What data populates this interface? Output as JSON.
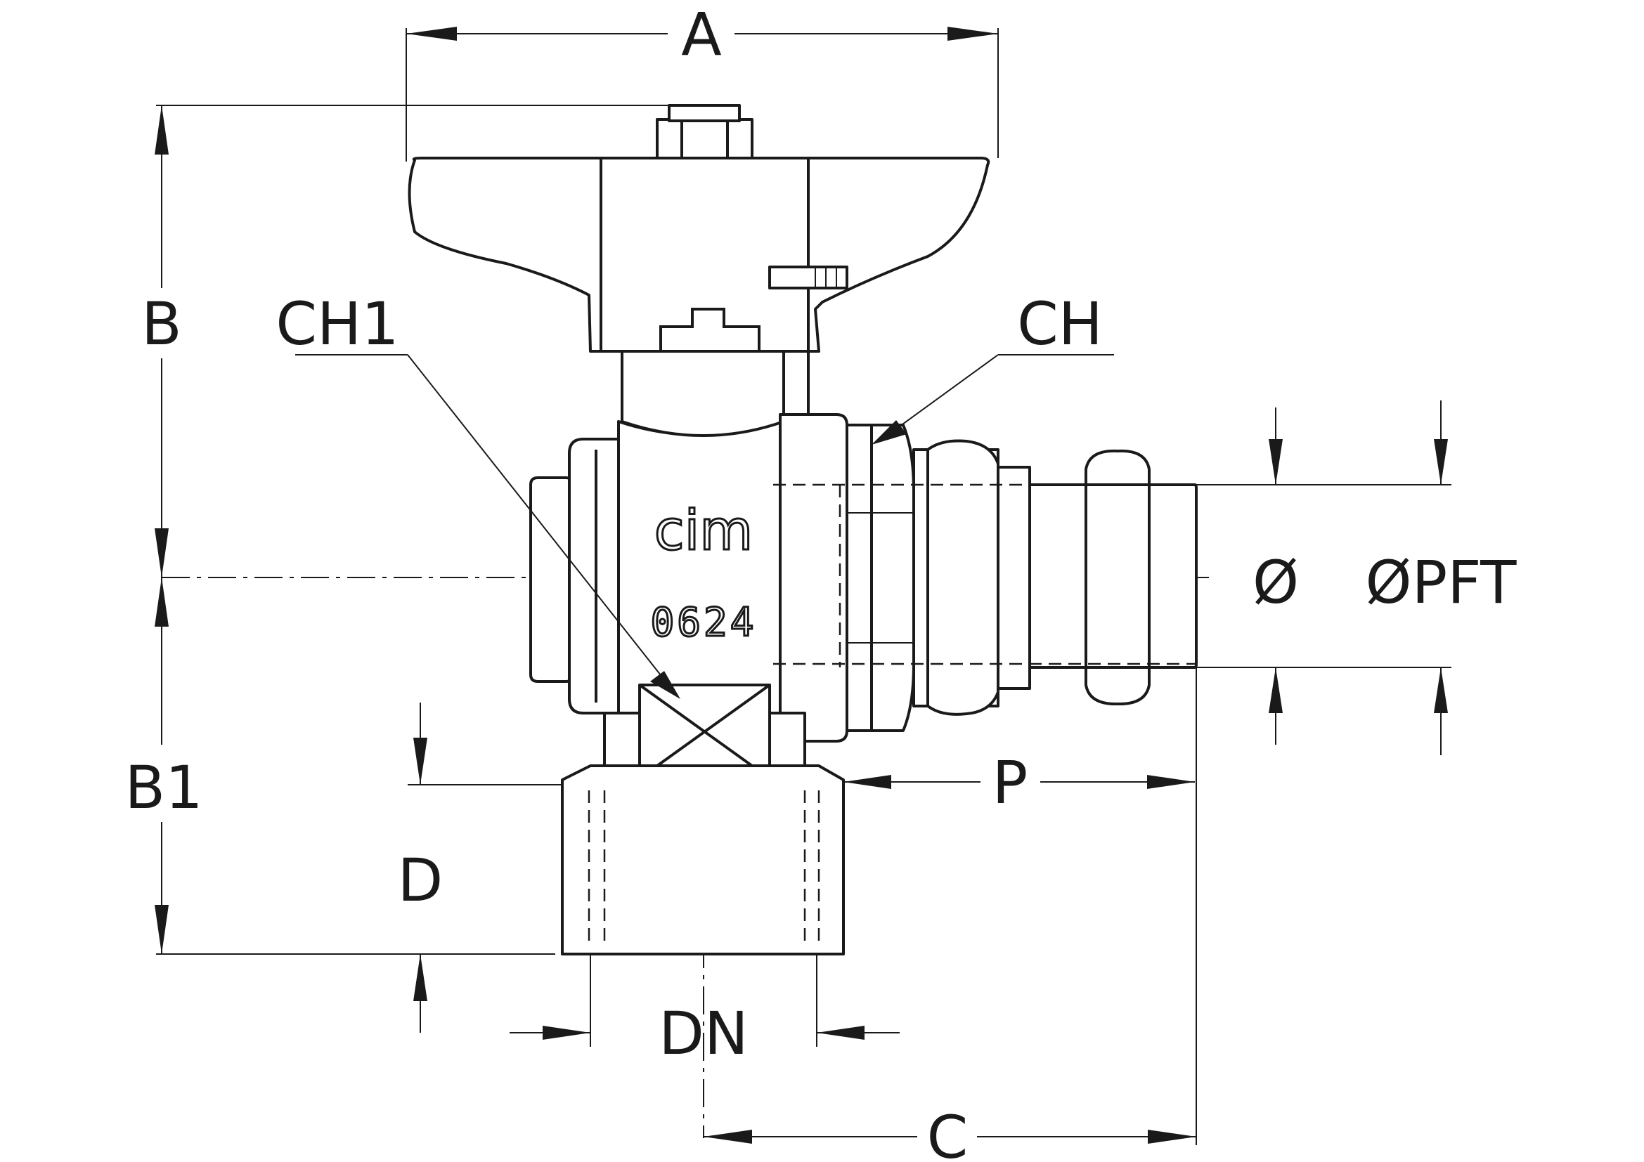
{
  "labels": {
    "A": "A",
    "B": "B",
    "B1": "B1",
    "C": "C",
    "CH": "CH",
    "CH1": "CH1",
    "D": "D",
    "DN": "DN",
    "P": "P",
    "phi": "Ø",
    "phi_pft": "ØPFT"
  },
  "markings": {
    "brand": "cim",
    "code": "0624"
  },
  "colors": {
    "line": "#1a1a1a",
    "background": "#ffffff"
  }
}
